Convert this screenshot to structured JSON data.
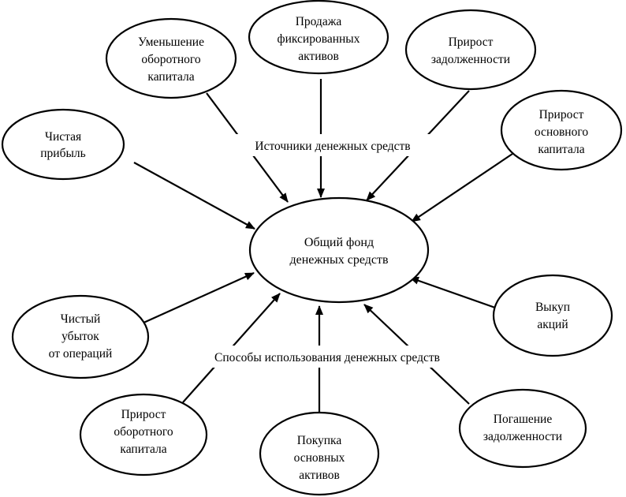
{
  "center": {
    "lines": [
      "Общий фонд",
      "денежных средств"
    ]
  },
  "section_labels": {
    "sources": "Источники денежных средств",
    "uses": "Способы использования денежных средств"
  },
  "sources": [
    {
      "id": "net-profit",
      "lines": [
        "Чистая",
        "прибыль"
      ]
    },
    {
      "id": "working-capital-decrease",
      "lines": [
        "Уменьшение",
        "оборотного",
        "капитала"
      ]
    },
    {
      "id": "fixed-assets-sale",
      "lines": [
        "Продажа",
        "фиксированных",
        "активов"
      ]
    },
    {
      "id": "debt-increase",
      "lines": [
        "Прирост",
        "задолженности"
      ]
    },
    {
      "id": "equity-increase",
      "lines": [
        "Прирост",
        "основного",
        "капитала"
      ]
    }
  ],
  "uses": [
    {
      "id": "net-operating-loss",
      "lines": [
        "Чистый",
        "убыток",
        "от операций"
      ]
    },
    {
      "id": "working-capital-increase",
      "lines": [
        "Прирост",
        "оборотного",
        "капитала"
      ]
    },
    {
      "id": "fixed-assets-purchase",
      "lines": [
        "Покупка",
        "основных",
        "активов"
      ]
    },
    {
      "id": "debt-repayment",
      "lines": [
        "Погашение",
        "задолженности"
      ]
    },
    {
      "id": "share-buyback",
      "lines": [
        "Выкуп",
        "акций"
      ]
    }
  ],
  "colors": {
    "stroke": "#000000",
    "fill": "#ffffff",
    "text": "#000000"
  }
}
